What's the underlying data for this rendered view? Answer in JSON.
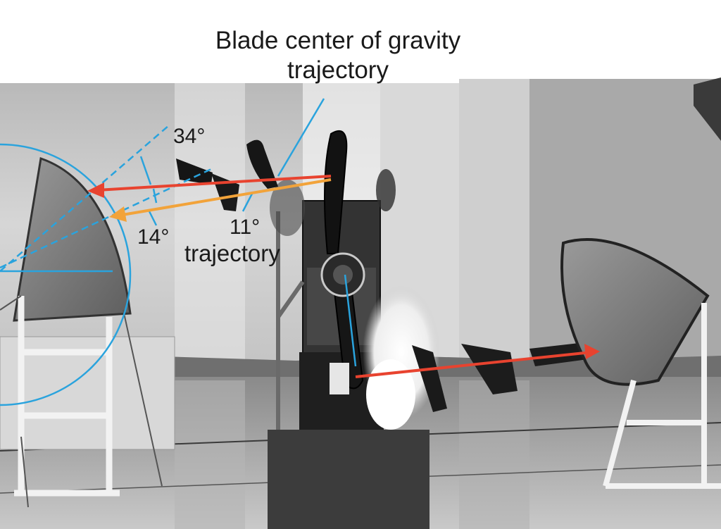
{
  "title": {
    "line1": "Blade center of gravity",
    "line2": "trajectory"
  },
  "annotations": {
    "angle_a": "34°",
    "angle_b": "14°",
    "angle_c": "11°",
    "trajectory": "trajectory"
  },
  "colors": {
    "red_arrow": "#e8432f",
    "orange_arrow": "#f2a33a",
    "blue_lines": "#2aa3dd",
    "text": "#1a1a1a"
  }
}
